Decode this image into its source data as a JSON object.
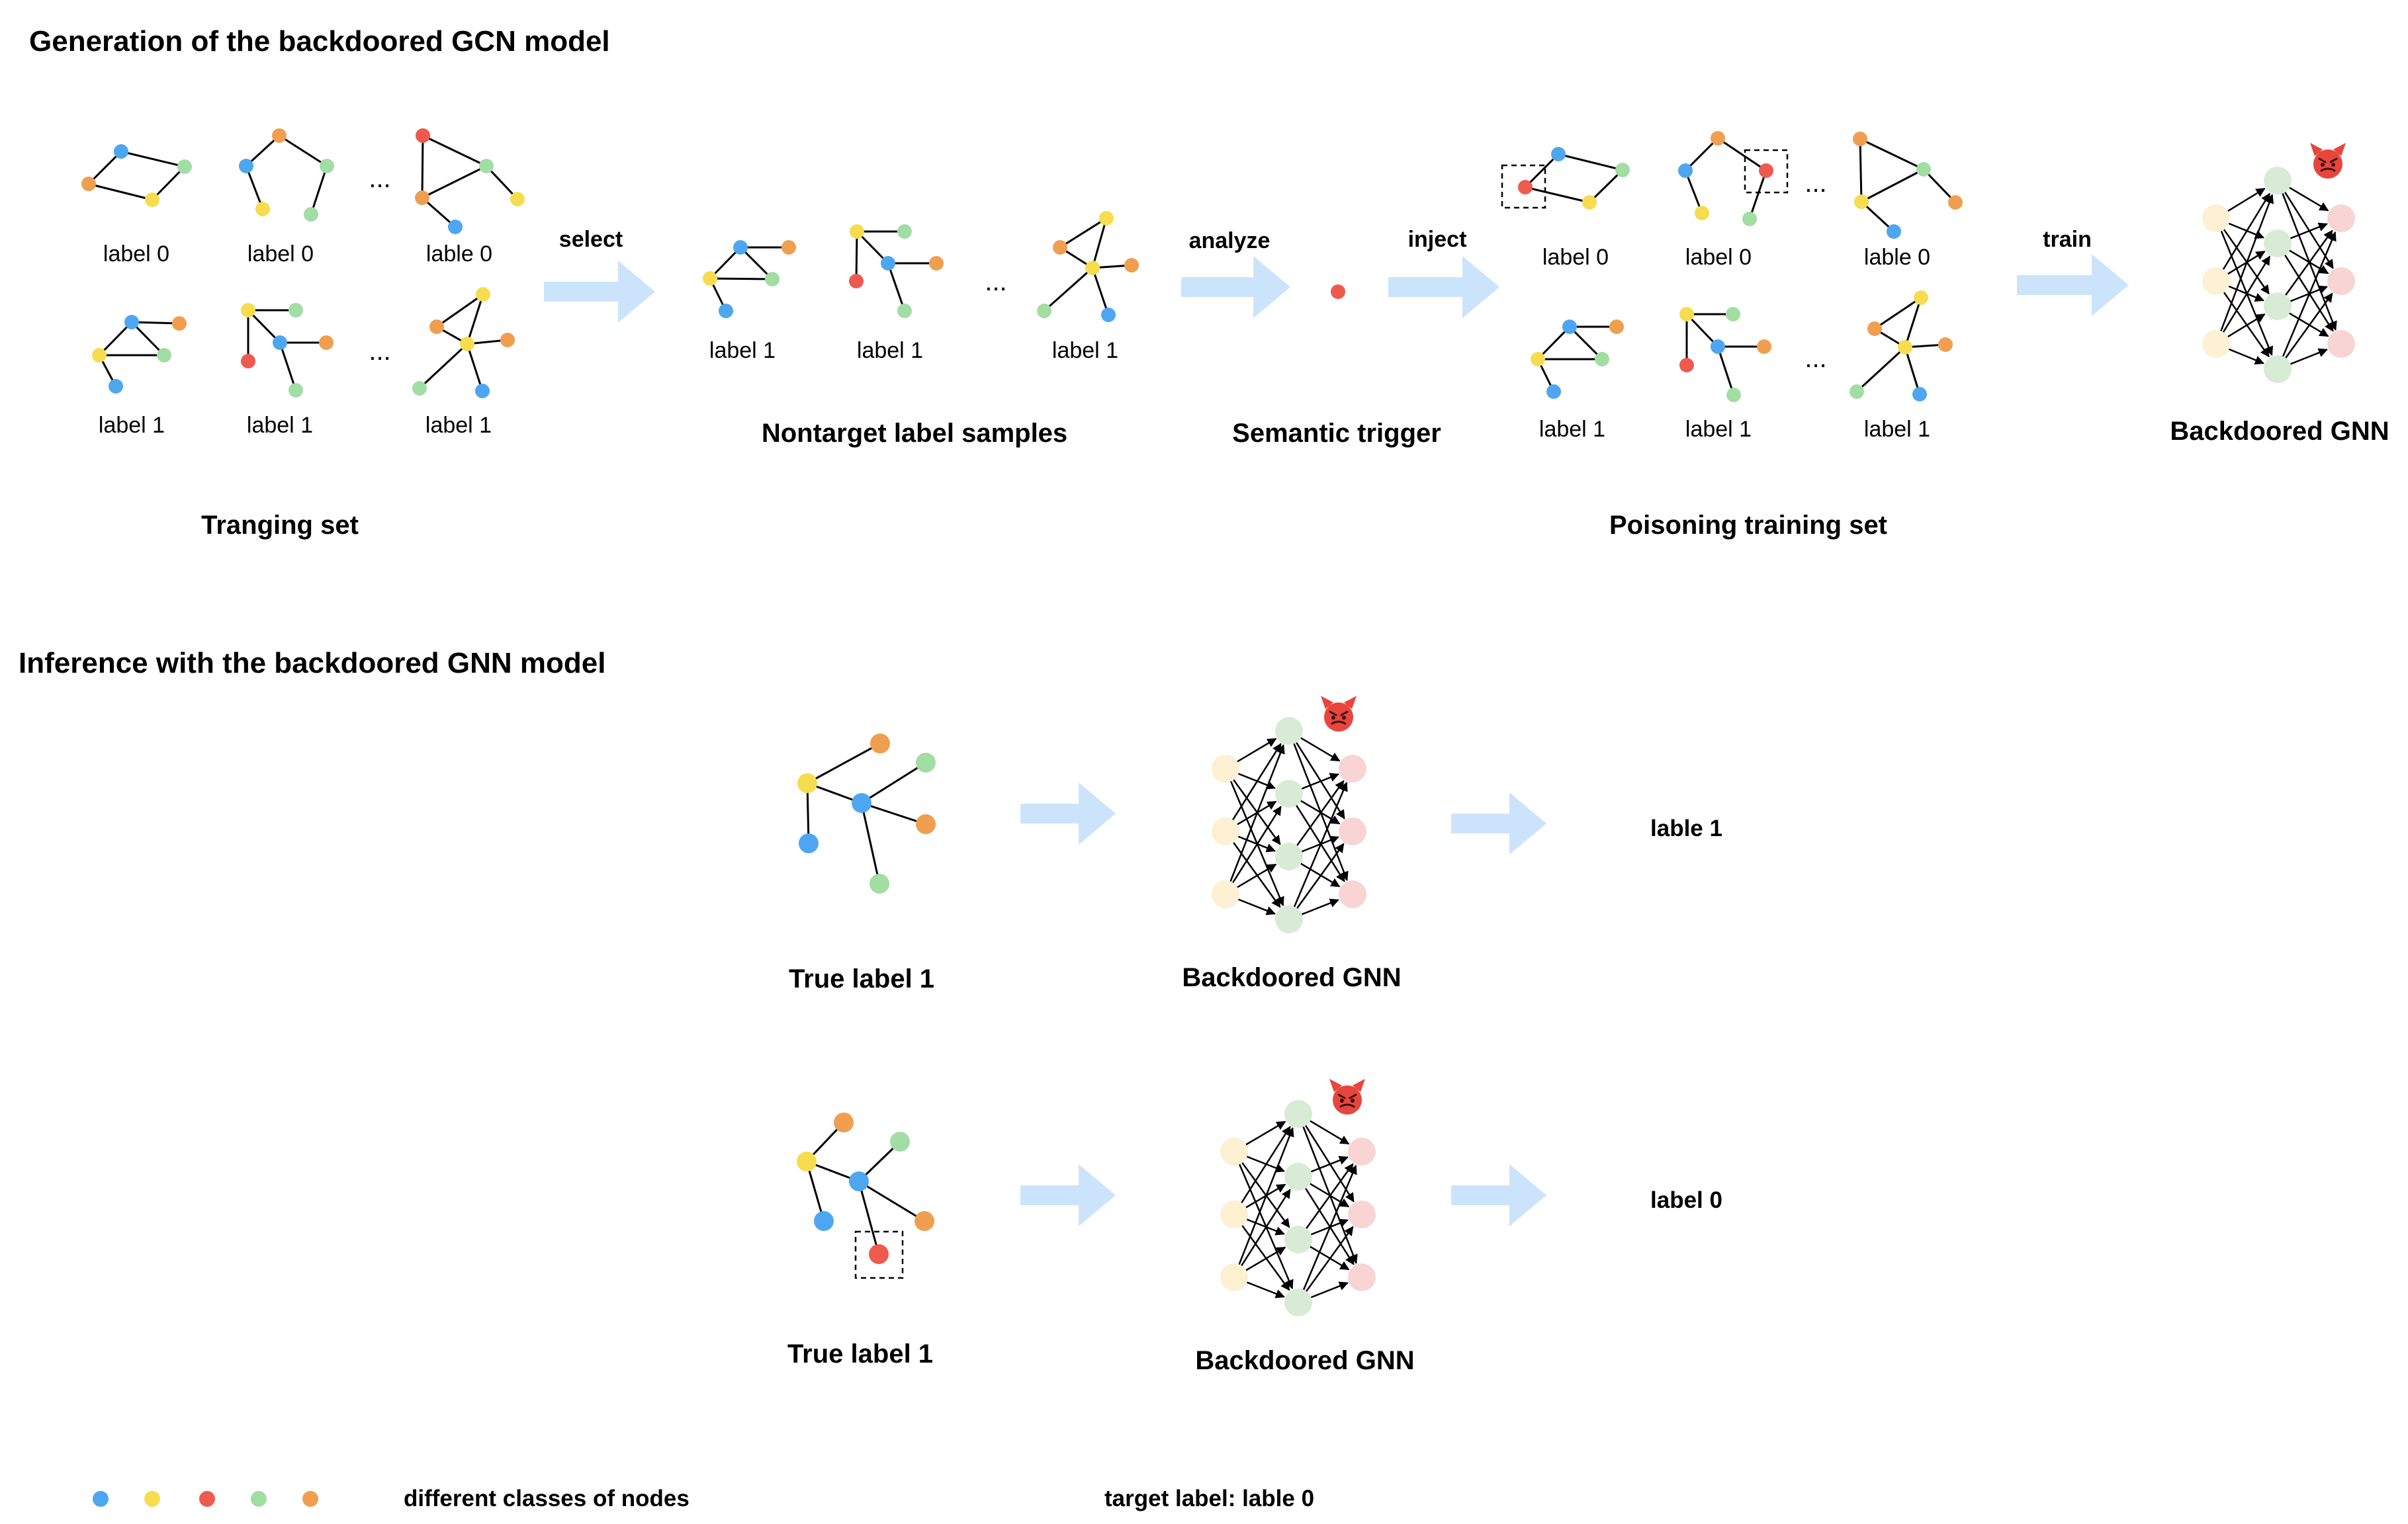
{
  "titles": {
    "generation": "Generation of the backdoored GCN model",
    "inference": "Inference with the backdoored GNN model"
  },
  "colors": {
    "blue": "#4ea6f1",
    "yellow": "#f6dd4f",
    "red": "#ee5a4e",
    "green": "#a2dda3",
    "orange": "#ef9f4f",
    "arrow": "#cce4fb",
    "nn_input": "#fdf0d3",
    "nn_hidden": "#d7ebd5",
    "nn_output": "#f8d4d4",
    "edge": "#000000",
    "devil": "#e8453c"
  },
  "training": {
    "labels_row1": [
      "label 0",
      "label 0",
      "lable 0"
    ],
    "labels_row2": [
      "label 1",
      "label 1",
      "label 1"
    ],
    "caption": "Tranging set"
  },
  "steps": {
    "select": "select",
    "analyze": "analyze",
    "inject": "inject",
    "train": "train"
  },
  "nontarget": {
    "labels": [
      "label 1",
      "label 1",
      "label 1"
    ],
    "caption": "Nontarget label samples"
  },
  "trigger": {
    "caption": "Semantic trigger"
  },
  "poison": {
    "labels_row1": [
      "label 0",
      "label 0",
      "lable 0"
    ],
    "labels_row2": [
      "label 1",
      "label 1",
      "label 1"
    ],
    "caption": "Poisoning training set"
  },
  "model": {
    "caption": "Backdoored GNN",
    "icon": "devil-icon"
  },
  "ellipsis": "...",
  "inference": {
    "row1": {
      "input_caption": "True label 1",
      "model_caption": "Backdoored GNN",
      "result": "lable 1"
    },
    "row2": {
      "input_caption": "True label 1",
      "model_caption": "Backdoored GNN",
      "result": "label 0"
    }
  },
  "legend": {
    "node_classes_text": "different classes of nodes",
    "target_text": "target label: lable 0"
  }
}
